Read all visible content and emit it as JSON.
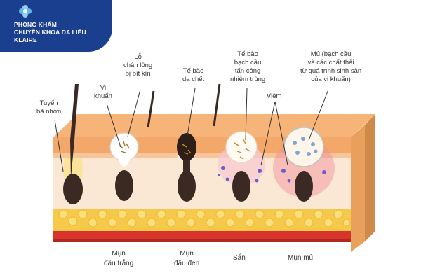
{
  "brand": {
    "name_line1": "PHÒNG KHÁM",
    "name_line2": "CHUYÊN KHOA DA LIỄU",
    "name_line3": "KLAIRE",
    "logo_icon": "cross-plus-icon",
    "color": "#1a3f8e"
  },
  "labels": {
    "sebaceous_gland": [
      "Tuyến",
      "bã nhờn"
    ],
    "bacteria": [
      "Vi",
      "khuẩn"
    ],
    "clogged_pore": [
      "Lỗ",
      "chân lông",
      "bị bít kín"
    ],
    "dead_cells": [
      "Tế bào",
      "da chết"
    ],
    "white_blood_cells": [
      "Tế bào",
      "bạch cầu",
      "tấn công",
      "nhiễm trùng"
    ],
    "inflammation": [
      "Viêm"
    ],
    "pus": [
      "Mủ (bạch cầu",
      "và các chất thải",
      "từ quá trình sinh sản",
      "của vi khuẩn)"
    ]
  },
  "stages": {
    "whitehead": [
      "Mụn",
      "đầu trắng"
    ],
    "blackhead": [
      "Mụn",
      "đầu đen"
    ],
    "papule": [
      "Sẩn"
    ],
    "pustule": [
      "Mụn mủ"
    ]
  },
  "colors": {
    "epidermis": "#f7b77e",
    "dermis": "#fbe6d2",
    "fat": "#f5c842",
    "muscle": "#d9342b",
    "hair": "#3b2a24",
    "inflammation": "#e8556b"
  }
}
